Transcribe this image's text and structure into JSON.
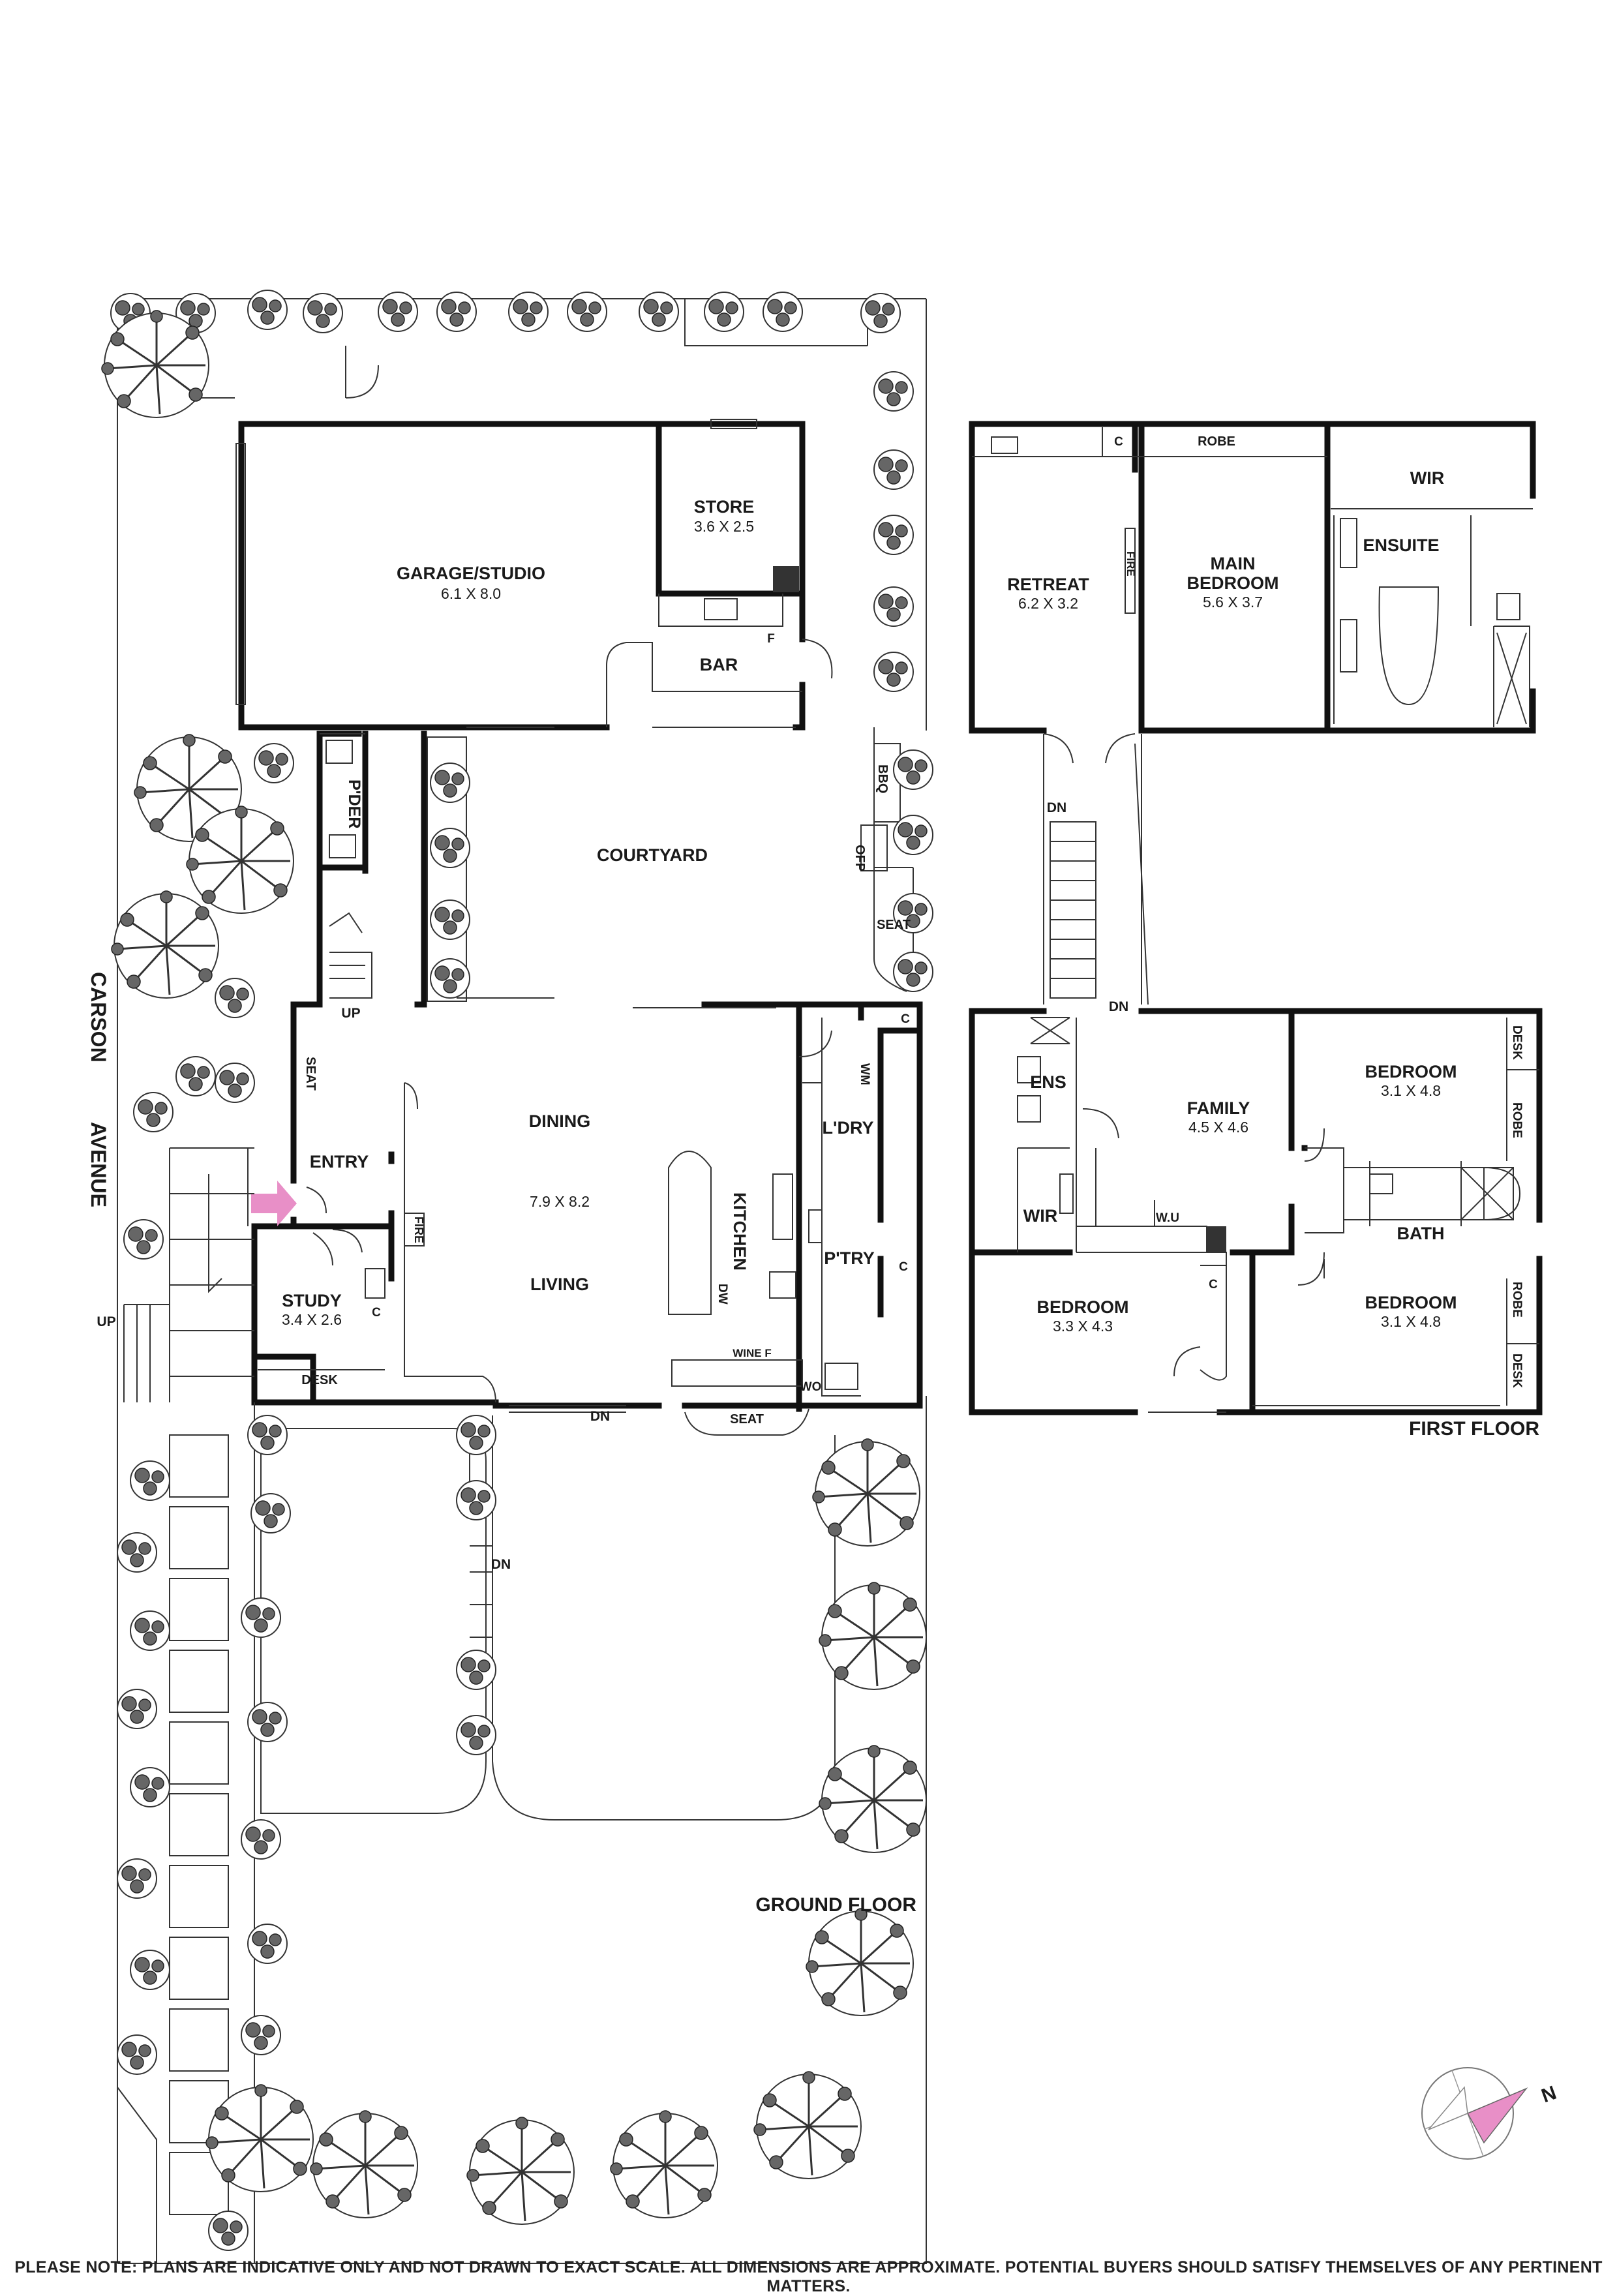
{
  "street": {
    "line1": "CARSON",
    "line2": "AVENUE"
  },
  "ground_floor": {
    "title": "GROUND FLOOR",
    "rooms": {
      "garage": {
        "name": "GARAGE/STUDIO",
        "dims": "6.1 X 8.0"
      },
      "store": {
        "name": "STORE",
        "dims": "3.6 X 2.5"
      },
      "bar": {
        "name": "BAR"
      },
      "pder": {
        "name": "P'DER"
      },
      "courtyard": {
        "name": "COURTYARD"
      },
      "dining": {
        "name": "DINING"
      },
      "dining_dims": {
        "dims": "7.9 X 8.2"
      },
      "living": {
        "name": "LIVING"
      },
      "kitchen": {
        "name": "KITCHEN"
      },
      "laundry": {
        "name": "L'DRY"
      },
      "pantry": {
        "name": "P'TRY"
      },
      "entry": {
        "name": "ENTRY"
      },
      "study": {
        "name": "STUDY",
        "dims": "3.4 X 2.6"
      }
    },
    "fixtures": {
      "bbq": "BBQ",
      "ofp": "OFP",
      "seat_courtyard": "SEAT",
      "seat_entry": "SEAT",
      "seat_living": "SEAT",
      "fire": "FIRE",
      "desk": "DESK",
      "wm": "WM",
      "wine_f": "WINE F",
      "wo": "WO",
      "dw": "DW",
      "f": "F",
      "c_laundry": "C",
      "c_pantry": "C",
      "c_study": "C"
    },
    "stairs": {
      "up_main": "UP",
      "up_street": "UP",
      "dn_living": "DN",
      "dn_pool": "DN"
    }
  },
  "first_floor": {
    "title": "FIRST FLOOR",
    "rooms": {
      "retreat": {
        "name": "RETREAT",
        "dims": "6.2 X 3.2"
      },
      "main_bedroom": {
        "name1": "MAIN",
        "name2": "BEDROOM",
        "dims": "5.6 X 3.7"
      },
      "ensuite": {
        "name": "ENSUITE"
      },
      "wir_main": {
        "name": "WIR"
      },
      "family": {
        "name": "FAMILY",
        "dims": "4.5 X 4.6"
      },
      "ens": {
        "name": "ENS"
      },
      "wir_2": {
        "name": "WIR"
      },
      "bedroom_2": {
        "name": "BEDROOM",
        "dims": "3.3 X 4.3"
      },
      "bedroom_3": {
        "name": "BEDROOM",
        "dims": "3.1 X 4.8"
      },
      "bedroom_4": {
        "name": "BEDROOM",
        "dims": "3.1 X 4.8"
      },
      "bath": {
        "name": "BATH"
      }
    },
    "fixtures": {
      "robe_main": "ROBE",
      "robe_b3": "ROBE",
      "robe_b4": "ROBE",
      "desk_b3": "DESK",
      "desk_b4": "DESK",
      "fire": "FIRE",
      "wu": "W.U",
      "c_retreat": "C",
      "c_bed2": "C"
    },
    "stairs": {
      "dn_top": "DN",
      "dn_bottom": "DN"
    }
  },
  "compass": {
    "north": "N"
  },
  "disclaimer": "PLEASE NOTE: PLANS ARE INDICATIVE ONLY AND NOT DRAWN TO EXACT SCALE. ALL DIMENSIONS ARE APPROXIMATE. POTENTIAL BUYERS SHOULD SATISFY THEMSELVES OF ANY PERTINENT MATTERS.",
  "colors": {
    "wall": "#111111",
    "accent": "#e88fc7"
  }
}
